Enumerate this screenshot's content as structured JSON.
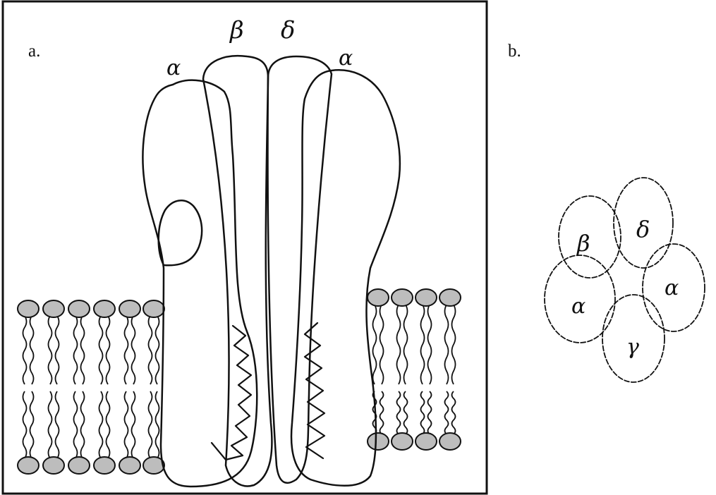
{
  "panels": {
    "a": {
      "label": "a.",
      "subunit_labels": [
        "α",
        "β",
        "δ",
        "α"
      ]
    },
    "b": {
      "label": "b.",
      "subunit_labels": [
        "β",
        "δ",
        "α",
        "α",
        "γ"
      ]
    }
  }
}
